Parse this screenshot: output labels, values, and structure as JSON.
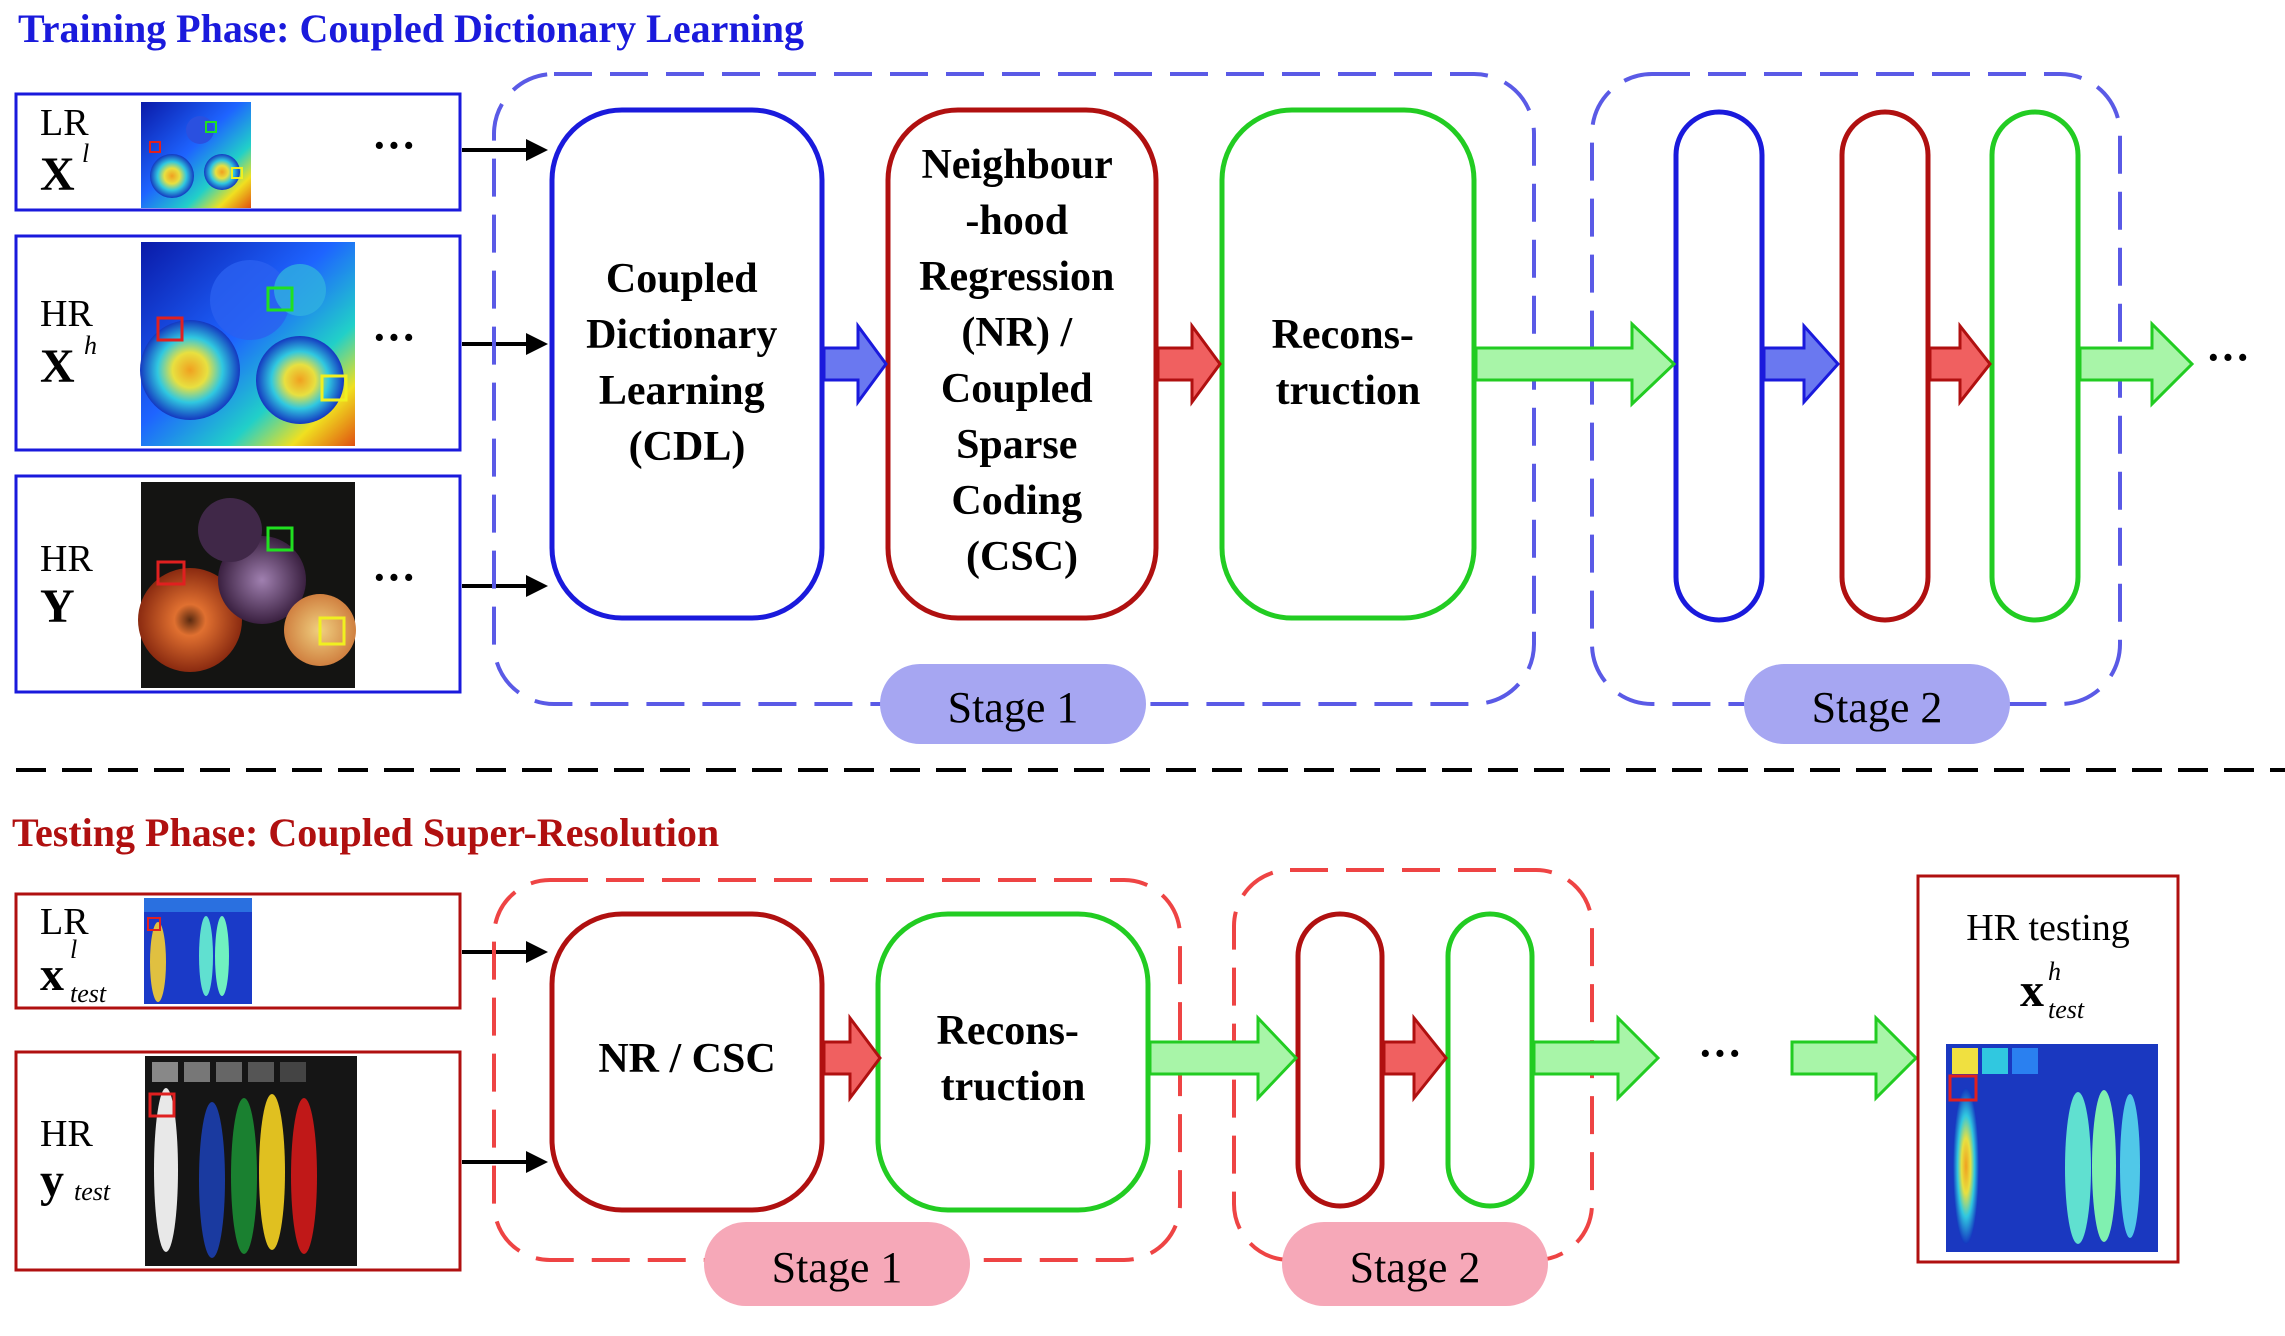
{
  "training": {
    "title": "Training Phase: Coupled Dictionary Learning",
    "inputs": [
      {
        "label": "LR",
        "symbol": "X",
        "sup": "l",
        "sub": ""
      },
      {
        "label": "HR",
        "symbol": "X",
        "sup": "h",
        "sub": ""
      },
      {
        "label": "HR",
        "symbol": "Y",
        "sup": "",
        "sub": ""
      }
    ],
    "more": "···",
    "blocks": {
      "cdl": [
        "Coupled",
        "Dictionary",
        "Learning",
        "(CDL)"
      ],
      "nr": [
        "Neighbour",
        "-hood",
        "Regression",
        "(NR) /",
        "Coupled",
        "Sparse",
        "Coding",
        "(CSC)"
      ],
      "recon": [
        "Recons-",
        "truction"
      ]
    },
    "stage1": "Stage 1",
    "stage2": "Stage 2",
    "trailing": "···"
  },
  "testing": {
    "title": "Testing Phase: Coupled Super-Resolution",
    "inputs": [
      {
        "label": "LR",
        "symbol": "x",
        "sup": "l",
        "sub": "test"
      },
      {
        "label": "HR",
        "symbol": "y",
        "sub": "test",
        "sup": ""
      }
    ],
    "blocks": {
      "nr": "NR / CSC",
      "recon": [
        "Recons-",
        "truction"
      ]
    },
    "stage1": "Stage 1",
    "stage2": "Stage 2",
    "middle": "···",
    "output": {
      "label": "HR testing",
      "symbol": "x",
      "sup": "h",
      "sub": "test"
    }
  },
  "colors": {
    "blue": "#1a1adc",
    "red": "#b01010",
    "green": "#22cc22",
    "stage_blue_fill": "#a6a6f2",
    "stage_red_fill": "#f6a8b8",
    "dash_blue": "#5a5ae6",
    "dash_red": "#ee4444"
  }
}
